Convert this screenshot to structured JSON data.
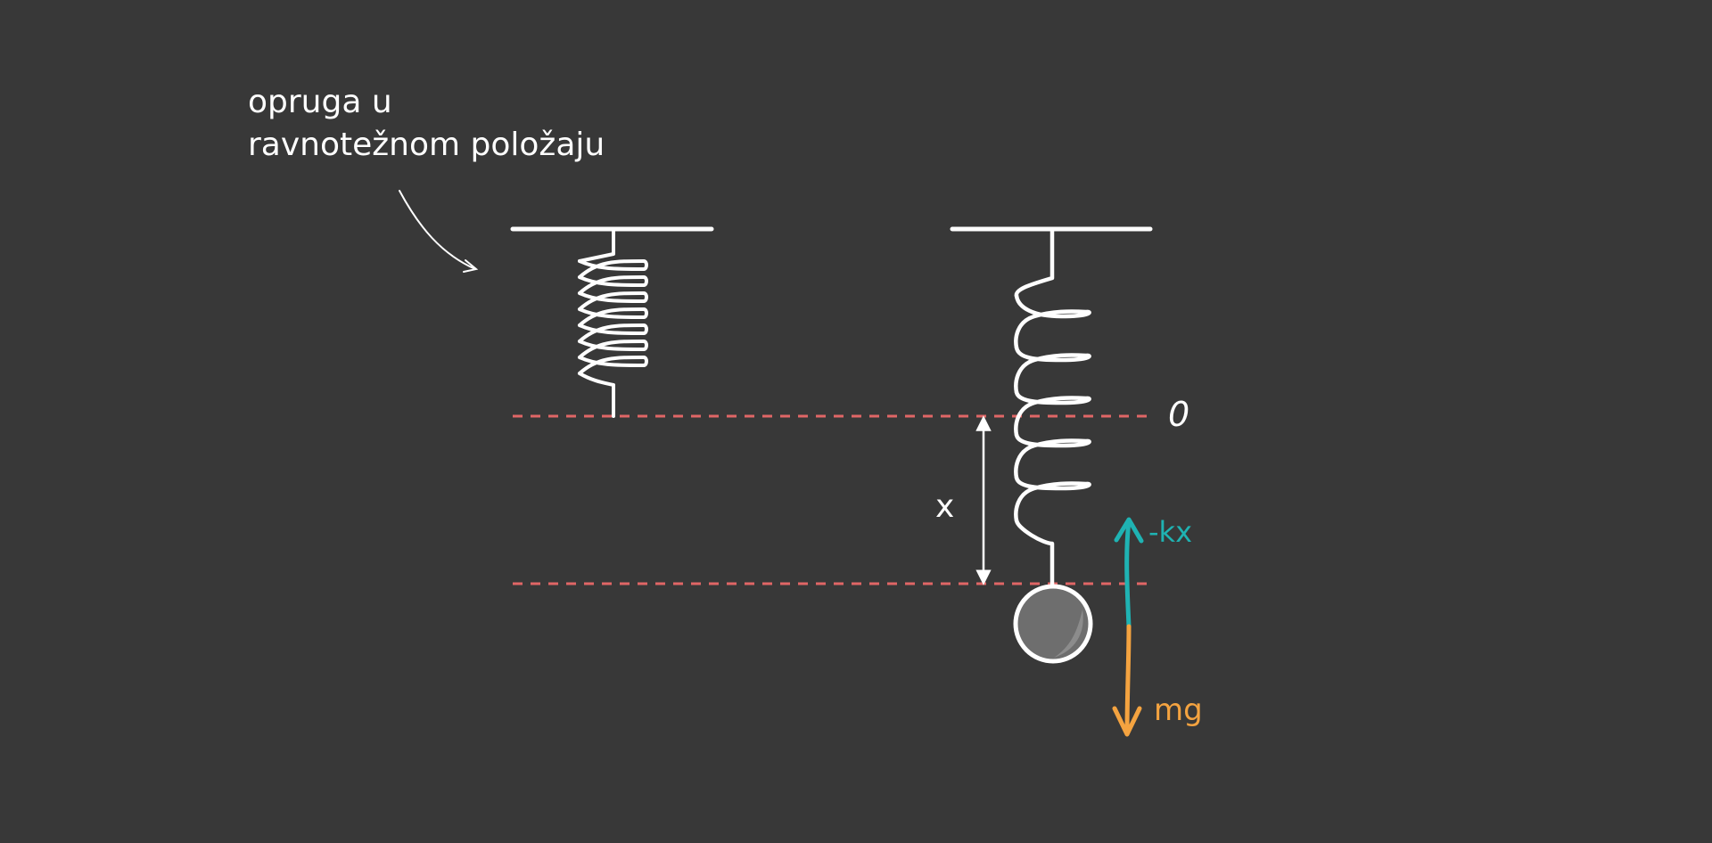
{
  "annotation": {
    "line1": "opruga u",
    "line2": "ravnotežnom položaju"
  },
  "labels": {
    "zero": "0",
    "displacement": "x",
    "spring_force": "-kx",
    "gravity": "mg"
  },
  "colors": {
    "background": "#383838",
    "stroke": "#ffffff",
    "dashed_line": "#e06666",
    "spring_force": "#1fb3b3",
    "gravity": "#f4a340",
    "mass_fill": "#6e6e6e",
    "mass_shade": "#8c8c8c"
  }
}
